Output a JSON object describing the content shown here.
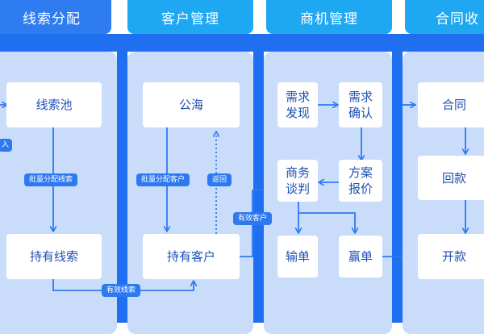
{
  "headers": {
    "col1": "线索分配",
    "col2": "客户管理",
    "col3": "商机管理",
    "col4": "合同收"
  },
  "nodes": {
    "lead_pool": "线索池",
    "owned_leads": "持有线索",
    "public_sea": "公海",
    "owned_customers": "持有客户",
    "demand_discovery": "需求\n发现",
    "demand_confirm": "需求\n确认",
    "negotiation": "商务\n谈判",
    "proposal_quote": "方案\n报价",
    "lose_deal": "输单",
    "win_deal": "赢单",
    "contract": "合同",
    "payment": "回款",
    "invoice": "开款"
  },
  "labels": {
    "import_partial": "入",
    "batch_assign_leads": "批量分配线索",
    "valid_leads": "有效线索",
    "batch_assign_customers": "批量分配客户",
    "return": "返回",
    "valid_customers": "有效客户"
  },
  "colors": {
    "header_dark": "#2f7bf0",
    "header_light": "#1ea8f2",
    "column_bg": "#c9ddfb",
    "divider": "#1f6ff0",
    "arrow": "#2e79f0",
    "node_text": "#1f4fb3"
  }
}
